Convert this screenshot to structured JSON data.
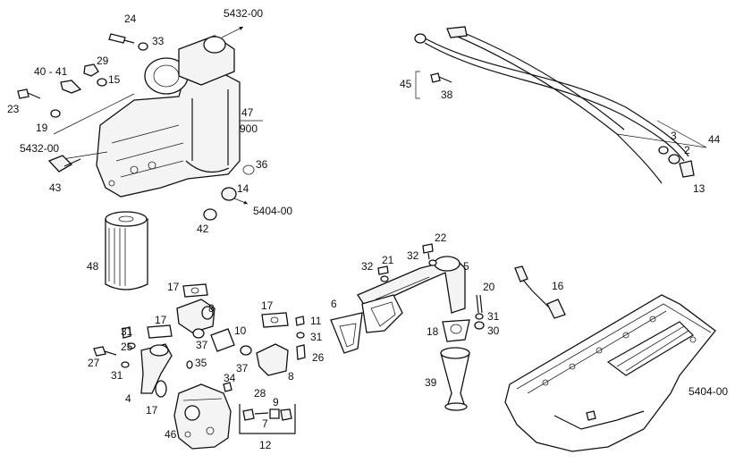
{
  "diagram": {
    "references": {
      "ref_top": "5432-00",
      "ref_left": "5432-00",
      "ref_mid": "5404-00",
      "ref_pan": "5404-00",
      "ref_frac_top": "47",
      "ref_frac_bottom": "900"
    },
    "labels": {
      "p24": "24",
      "p33": "33",
      "p29": "29",
      "p4041": "40 - 41",
      "p15": "15",
      "p23": "23",
      "p19": "19",
      "p43": "43",
      "p36": "36",
      "p14": "14",
      "p42": "42",
      "p48": "48",
      "p45": "45",
      "p38": "38",
      "p44": "44",
      "p3": "3",
      "p2": "2",
      "p13": "13",
      "p22": "22",
      "p21": "21",
      "p32a": "32",
      "p32b": "32",
      "p5": "5",
      "p6": "6",
      "p20": "20",
      "p31a": "31",
      "p30": "30",
      "p18": "18",
      "p39": "39",
      "p16": "16",
      "p17a": "17",
      "p17b": "17",
      "p17c": "17",
      "p17d": "17",
      "p8a": "8",
      "p8b": "8",
      "p31b": "31",
      "p25": "25",
      "p27": "27",
      "p31c": "31",
      "p31d": "31",
      "p11": "11",
      "p26": "26",
      "p37a": "37",
      "p37b": "37",
      "p10": "10",
      "p35": "35",
      "p34": "34",
      "p4": "4",
      "p28": "28",
      "p9": "9",
      "p7": "7",
      "p12": "12",
      "p46": "46"
    }
  }
}
